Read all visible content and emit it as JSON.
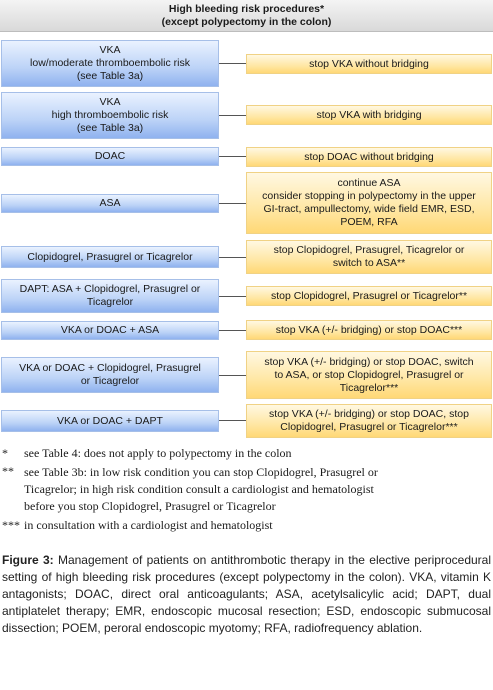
{
  "header": {
    "line1": "High bleeding risk procedures*",
    "line2": "(except polypectomy in the colon)"
  },
  "rows": [
    {
      "left": [
        "VKA",
        "low/moderate thromboembolic risk",
        "(see Table 3a)"
      ],
      "right": [
        "stop VKA without bridging"
      ]
    },
    {
      "left": [
        "VKA",
        "high thromboembolic risk",
        "(see Table 3a)"
      ],
      "right": [
        "stop VKA with bridging"
      ]
    },
    {
      "left": [
        "DOAC"
      ],
      "right": [
        "stop DOAC without bridging"
      ]
    },
    {
      "left": [
        "ASA"
      ],
      "right": [
        "continue ASA",
        "consider stopping in polypectomy in the upper",
        "GI-tract, ampullectomy, wide field EMR, ESD,",
        "POEM, RFA"
      ]
    },
    {
      "left": [
        "Clopidogrel, Prasugrel or Ticagrelor"
      ],
      "right": [
        "stop Clopidogrel, Prasugrel, Ticagrelor or",
        "switch to ASA**"
      ]
    },
    {
      "left": [
        "DAPT: ASA + Clopidogrel, Prasugrel or",
        "Ticagrelor"
      ],
      "right": [
        "stop Clopidogrel, Prasugrel or Ticagrelor**"
      ]
    },
    {
      "left": [
        "VKA or DOAC + ASA"
      ],
      "right": [
        "stop VKA (+/- bridging) or stop DOAC***"
      ]
    },
    {
      "left": [
        "VKA or DOAC + Clopidogrel, Prasugrel",
        "or Ticagrelor"
      ],
      "right": [
        "stop VKA (+/- bridging) or stop DOAC, switch",
        "to ASA, or stop Clopidogrel, Prasugrel or",
        "Ticagrelor***"
      ]
    },
    {
      "left": [
        "VKA or DOAC + DAPT"
      ],
      "right": [
        "stop VKA (+/- bridging) or stop DOAC, stop",
        "Clopidogrel, Prasugrel or Ticagrelor***"
      ]
    }
  ],
  "footnotes": [
    {
      "mark": "*",
      "lines": [
        "see Table 4: does not apply to polypectomy in the colon"
      ]
    },
    {
      "mark": "**",
      "lines": [
        "see Table 3b: in low risk condition you can stop Clopidogrel, Prasugrel or",
        "Ticagrelor; in high risk condition consult a cardiologist and hematologist",
        "before you stop Clopidogrel, Prasugrel or Ticagrelor"
      ]
    },
    {
      "mark": "***",
      "lines": [
        "in consultation with a cardiologist and hematologist"
      ]
    }
  ],
  "caption": {
    "label": "Figure 3:",
    "text": " Management of patients on antithrombotic therapy in the elective periprocedural setting of high bleeding risk procedures (except polypectomy in the colon). VKA, vitamin K antagonists; DOAC, direct oral anticoagulants; ASA, acetylsalicylic acid; DAPT, dual antiplatelet therapy; EMR, endoscopic mucosal resection; ESD, endoscopic submucosal dissection; POEM, peroral endoscopic myotomy; RFA, radiofrequency ablation."
  }
}
